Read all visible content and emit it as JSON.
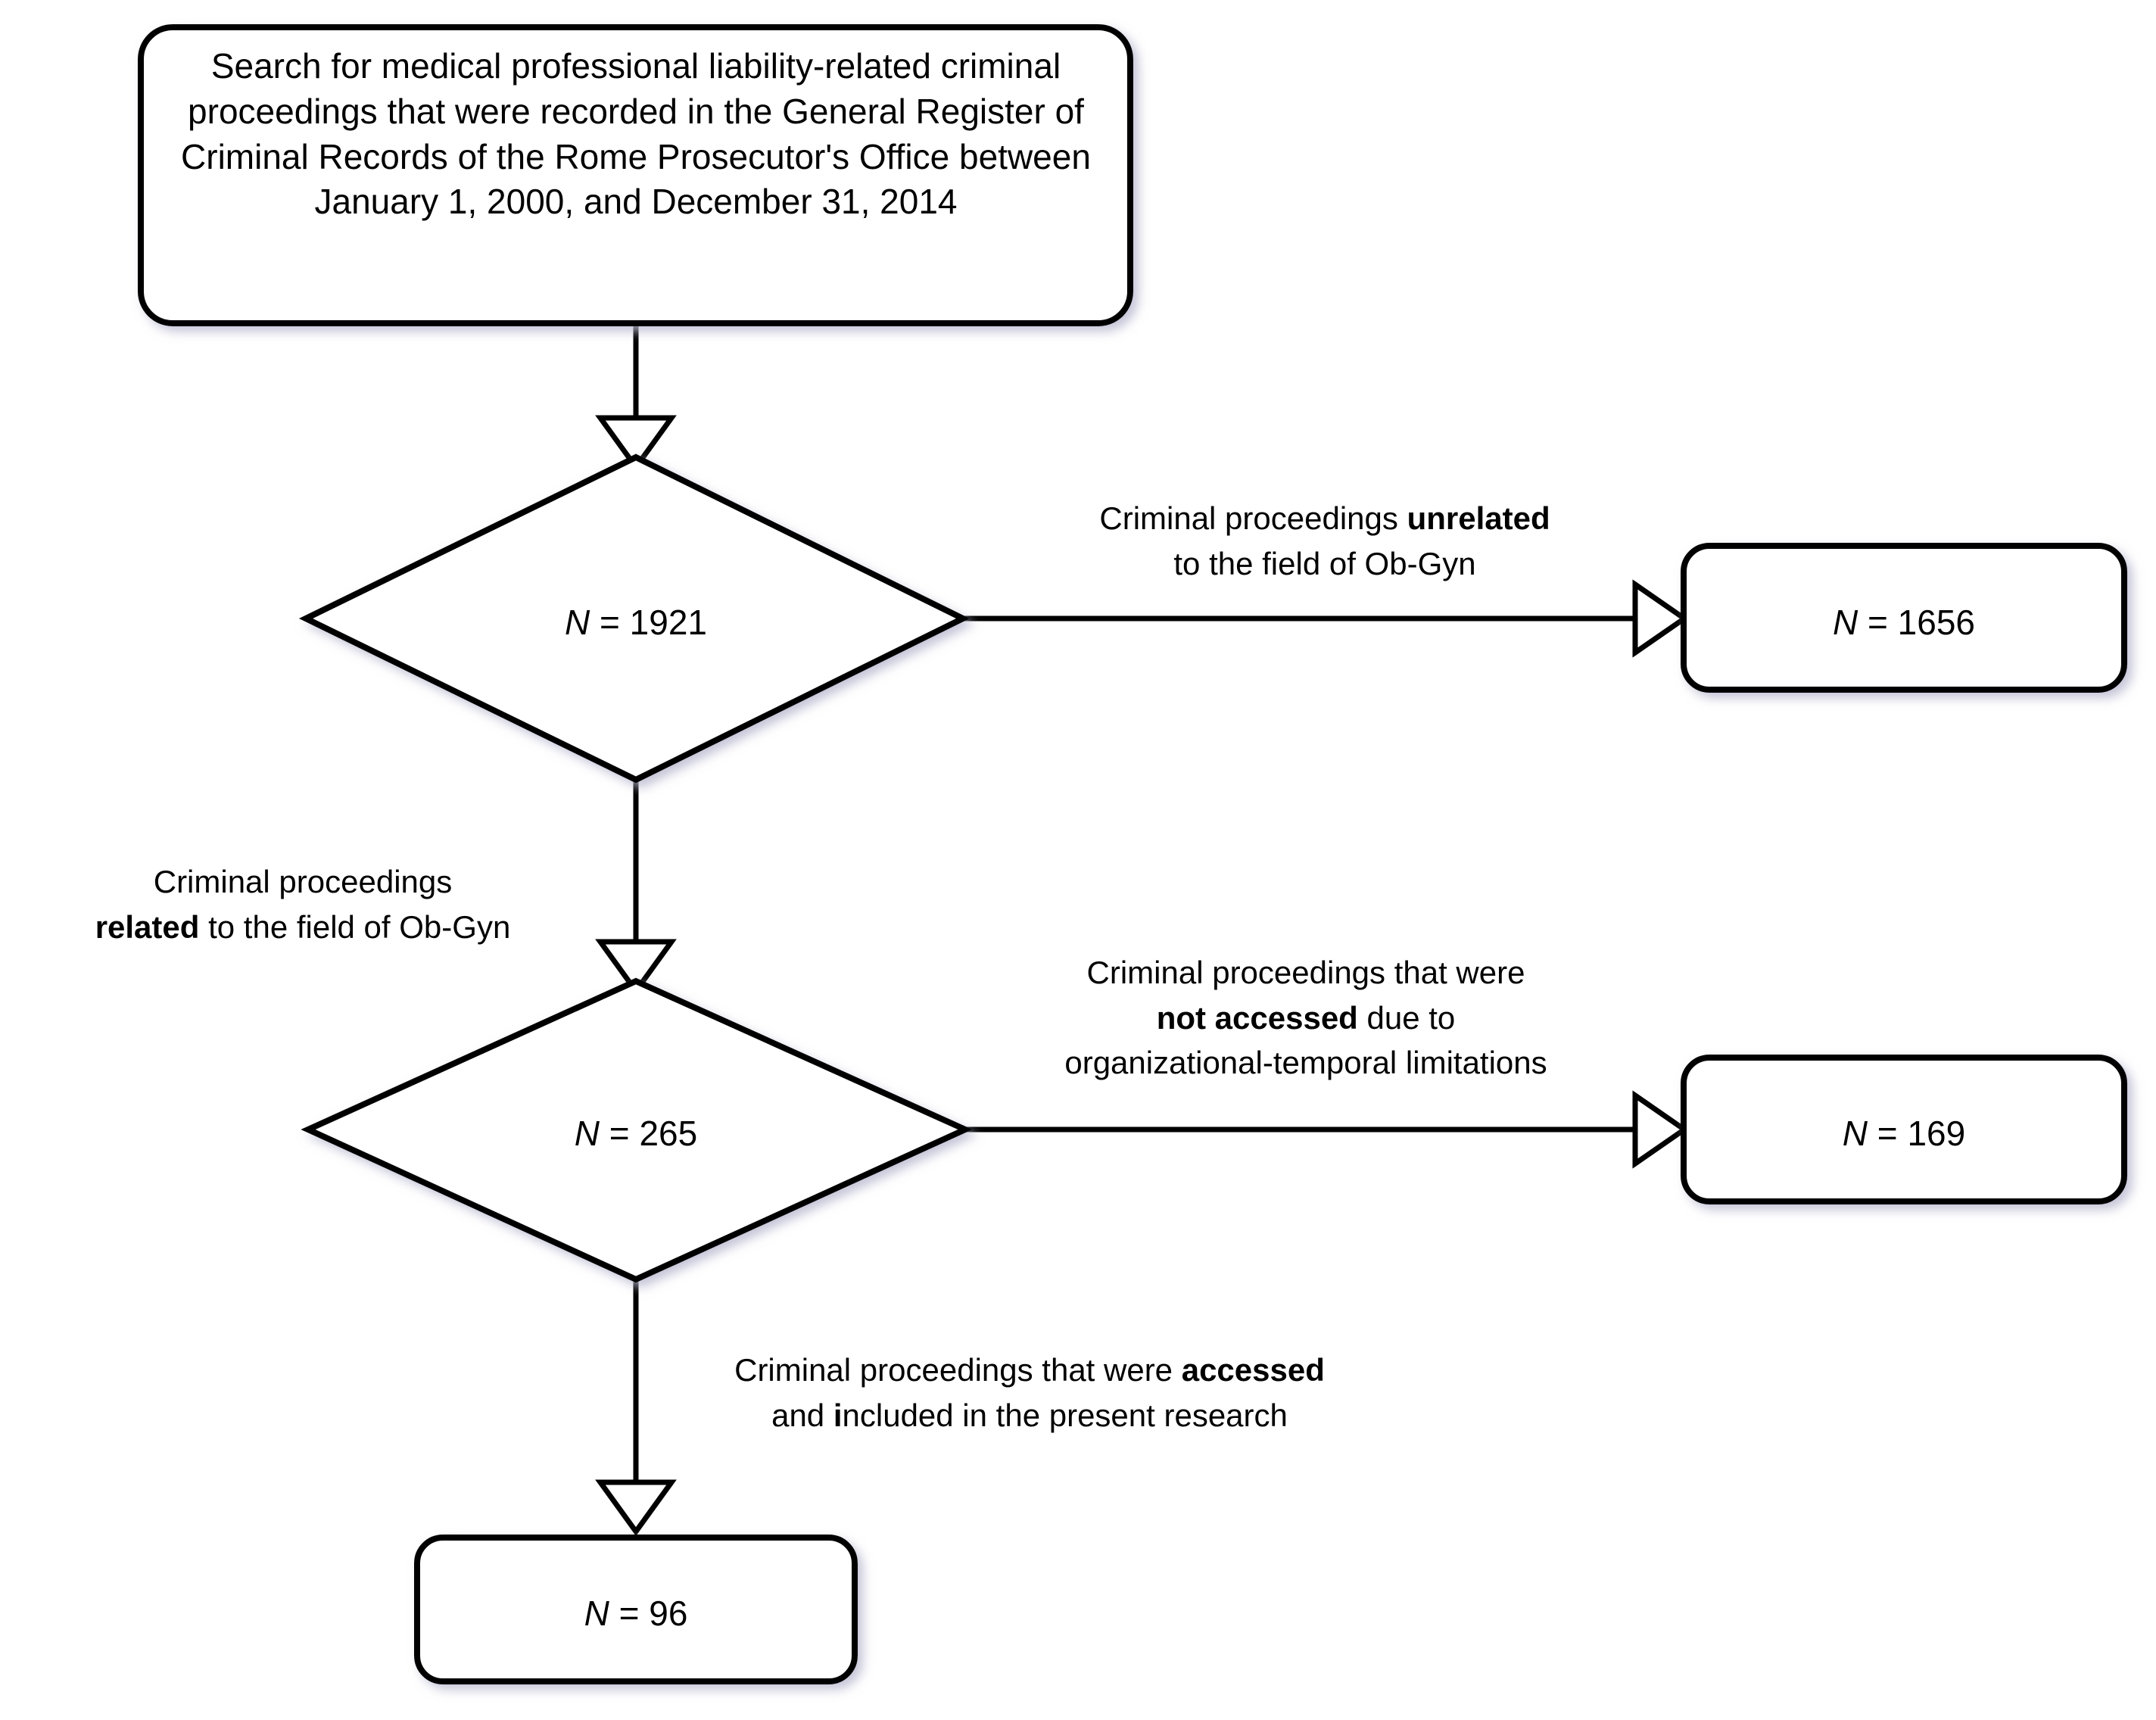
{
  "diagram": {
    "title": "Study selection flowchart of medical professional liability criminal proceedings",
    "type": "flowchart",
    "background_color": "#ffffff",
    "line_color": "#000000",
    "node_fill": "#ffffff",
    "shadow_color": "#c9c9dd"
  },
  "nodes": {
    "search_box": {
      "shape": "rounded-rectangle",
      "text": "Search for medical professional liability-related criminal proceedings that were recorded in the General Register of Criminal Records of the Rome Prosecutor's Office between January 1, 2000, and December 31, 2014"
    },
    "decision_total": {
      "shape": "diamond",
      "symbol": "N",
      "equals": "=",
      "value": "1921",
      "text": "N = 1921"
    },
    "excluded_unrelated": {
      "shape": "rounded-rectangle",
      "symbol": "N",
      "equals": "=",
      "value": "1656",
      "text": "N = 1656"
    },
    "decision_related": {
      "shape": "diamond",
      "symbol": "N",
      "equals": "=",
      "value": "265",
      "text": "N = 265"
    },
    "excluded_not_accessed": {
      "shape": "rounded-rectangle",
      "symbol": "N",
      "equals": "=",
      "value": "169",
      "text": "N = 169"
    },
    "included_final": {
      "shape": "rounded-rectangle",
      "symbol": "N",
      "equals": "=",
      "value": "96",
      "text": "N = 96"
    }
  },
  "edge_labels": {
    "unrelated": {
      "line1_pre": "Criminal proceedings ",
      "line1_bold": "unrelated",
      "line2": "to the field of Ob-Gyn"
    },
    "related": {
      "line1": "Criminal proceedings",
      "line2_bold": "related",
      "line2_post": " to the field of Ob-Gyn"
    },
    "not_accessed": {
      "line1": "Criminal proceedings that were",
      "line2_bold": "not accessed",
      "line2_post": " due to",
      "line3": "organizational-temporal limitations"
    },
    "accessed": {
      "line1_pre": "Criminal proceedings that were ",
      "line1_bold": "accessed",
      "line2_pre": "and ",
      "line2_bold_i": "i",
      "line2_post": "ncluded in the present research"
    }
  },
  "arrows": {
    "head_style": "open-triangle",
    "search_to_total": "down",
    "total_to_unrelated": "right",
    "total_to_related": "down",
    "related_to_not_accessed": "right",
    "related_to_included": "down"
  }
}
